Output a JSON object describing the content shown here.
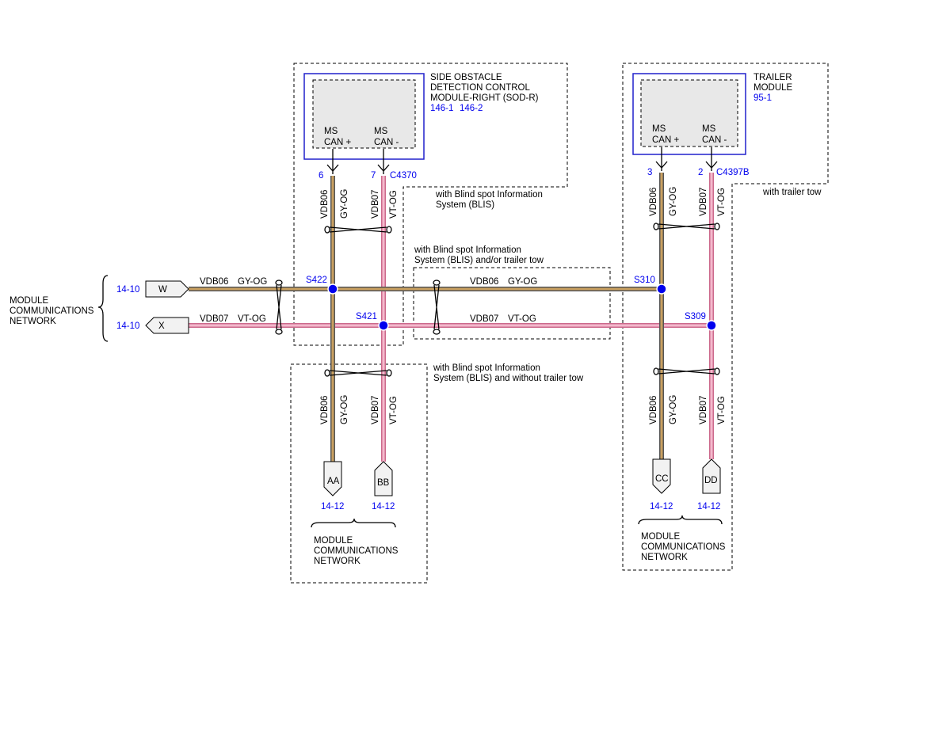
{
  "modules": {
    "sod_r": {
      "name_lines": [
        "SIDE OBSTACLE",
        "DETECTION CONTROL",
        "MODULE-RIGHT (SOD-R)"
      ],
      "refs": [
        "146-1",
        "146-2"
      ],
      "pin_plus_lines": [
        "MS",
        "CAN +"
      ],
      "pin_minus_lines": [
        "MS",
        "CAN -"
      ],
      "pin_plus_num": "6",
      "pin_minus_num": "7",
      "connector": "C4370"
    },
    "trailer": {
      "name_lines": [
        "TRAILER",
        "MODULE"
      ],
      "refs": [
        "95-1"
      ],
      "pin_plus_lines": [
        "MS",
        "CAN +"
      ],
      "pin_minus_lines": [
        "MS",
        "CAN -"
      ],
      "pin_plus_num": "3",
      "pin_minus_num": "2",
      "connector": "C4397B"
    }
  },
  "options": {
    "blis_lines": [
      "with Blind spot Information",
      "System (BLIS)"
    ],
    "blis_or_trailer_lines": [
      "with Blind spot Information",
      "System (BLIS) and/or trailer tow"
    ],
    "blis_no_trailer_lines": [
      "with Blind spot Information",
      "System (BLIS) and without trailer tow"
    ],
    "trailer_tow": "with trailer tow"
  },
  "wires": {
    "gy_circuit": "VDB06",
    "gy_color": "GY-OG",
    "vt_circuit": "VDB07",
    "vt_color": "VT-OG"
  },
  "splices": [
    "S422",
    "S421",
    "S310",
    "S309"
  ],
  "left_connectors": [
    {
      "ref": "14-10",
      "letter": "W"
    },
    {
      "ref": "14-10",
      "letter": "X"
    }
  ],
  "bottom_connectors": [
    {
      "letter": "AA",
      "ref": "14-12"
    },
    {
      "letter": "BB",
      "ref": "14-12"
    },
    {
      "letter": "CC",
      "ref": "14-12"
    },
    {
      "letter": "DD",
      "ref": "14-12"
    }
  ],
  "network_lines": [
    "MODULE",
    "COMMUNICATIONS",
    "NETWORK"
  ],
  "colors": {
    "accent_blue": "#0000ee",
    "module_border": "#2020cc",
    "gy_og_outer": "#555555",
    "gy_og_inner": "#c9a060",
    "vt_og_outer": "#cc6a8c",
    "vt_og_inner": "#f4b8cc"
  }
}
